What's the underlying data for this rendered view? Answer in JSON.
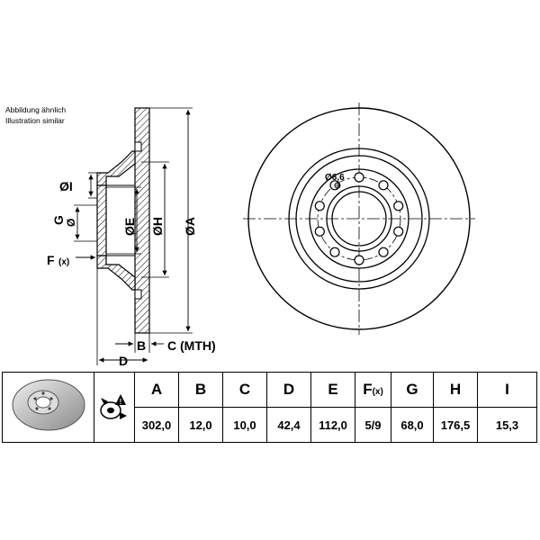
{
  "caption": {
    "line1": "Abbildung ähnlich",
    "line2": "Illustration similar"
  },
  "drawing_labels": {
    "I": "ØI",
    "G": "G",
    "G_dia": "Ø",
    "F": "F",
    "F_suffix": "(x)",
    "E": "ØE",
    "H": "ØH",
    "A": "ØA",
    "B": "B",
    "C": "C (MTH)",
    "D": "D",
    "hole": "Ø6,6"
  },
  "table": {
    "headers": [
      "A",
      "B",
      "C",
      "D",
      "E",
      "F",
      "G",
      "H",
      "I"
    ],
    "f_suffix": "(x)",
    "values": [
      "302,0",
      "12,0",
      "10,0",
      "42,4",
      "112,0",
      "5/9",
      "68,0",
      "176,5",
      "15,3"
    ]
  },
  "icons": {
    "disc_thumbnail": "brake-disc-thumbnail-icon",
    "wear_warning": "wear-warning-icon"
  },
  "colors": {
    "line": "#000000",
    "background": "#ffffff"
  }
}
